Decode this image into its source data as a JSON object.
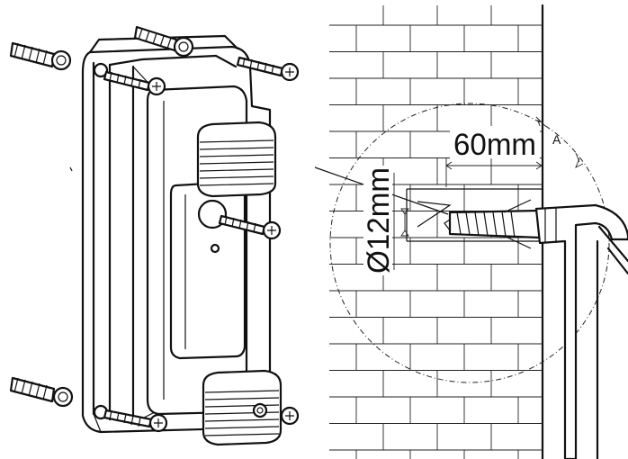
{
  "detail": {
    "length_label": "60mm",
    "diameter_label": "Ø12mm",
    "view_marker": "A"
  },
  "icons": {
    "bracket": "mounting-bracket-icon",
    "anchor": "wall-anchor-icon",
    "screw": "screw-icon"
  },
  "colors": {
    "line": "#111111",
    "background": "#ffffff"
  }
}
